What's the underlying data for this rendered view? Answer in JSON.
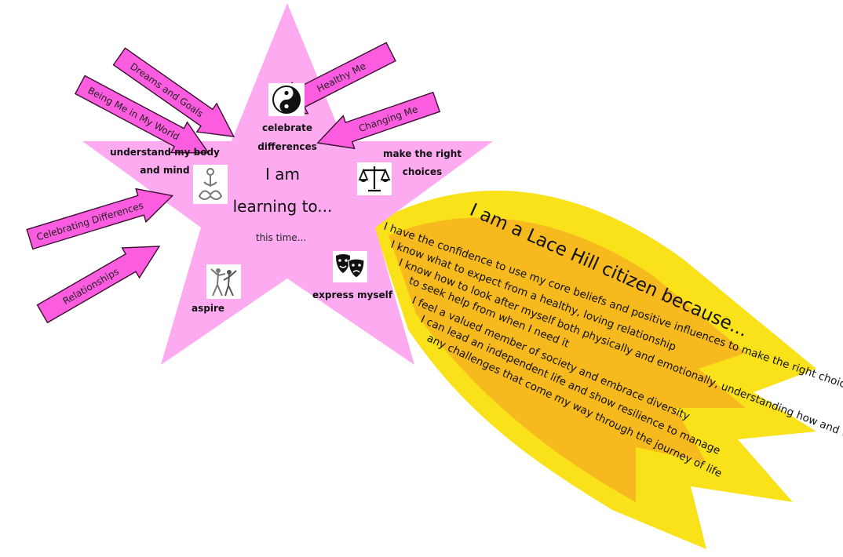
{
  "colors": {
    "star": "#fdaaf0",
    "arrow_fill": "#fc5ce0",
    "arrow_stroke": "#3a1030",
    "comet_outer": "#fae21a",
    "comet_inner": "#f5b120",
    "text": "#111111"
  },
  "arrows": [
    {
      "label": "Dreams and Goals"
    },
    {
      "label": "Being Me in My World"
    },
    {
      "label": "Healthy Me"
    },
    {
      "label": "Changing Me"
    },
    {
      "label": "Celebrating Differences"
    },
    {
      "label": "Relationships"
    }
  ],
  "star": {
    "headline_1": "I am",
    "headline_2": "learning to...",
    "subline": "this time...",
    "points": [
      {
        "line1": "celebrate",
        "line2": "differences",
        "icon": "yin-yang-icon"
      },
      {
        "line1": "understand my body",
        "line2": "and mind",
        "icon": "meditation-icon"
      },
      {
        "line1": "make the right",
        "line2": "choices",
        "icon": "scales-icon"
      },
      {
        "line1": "aspire",
        "line2": "",
        "icon": "dancers-icon"
      },
      {
        "line1": "express myself",
        "line2": "",
        "icon": "theatre-masks-icon"
      }
    ]
  },
  "comet": {
    "title": "I am a Lace Hill citizen because...",
    "lines": [
      "I have the confidence to use my core beliefs and positive influences to make the right choices",
      "I know what to expect from a healthy, loving relationship",
      "I know how to look after myself both physically and emotionally, understanding how and who",
      "to seek help from when I need it",
      "I feel a valued member of society and embrace diversity",
      "I can lead an independent life and show resilience to manage",
      "any challenges that come my way through the journey of life"
    ]
  }
}
